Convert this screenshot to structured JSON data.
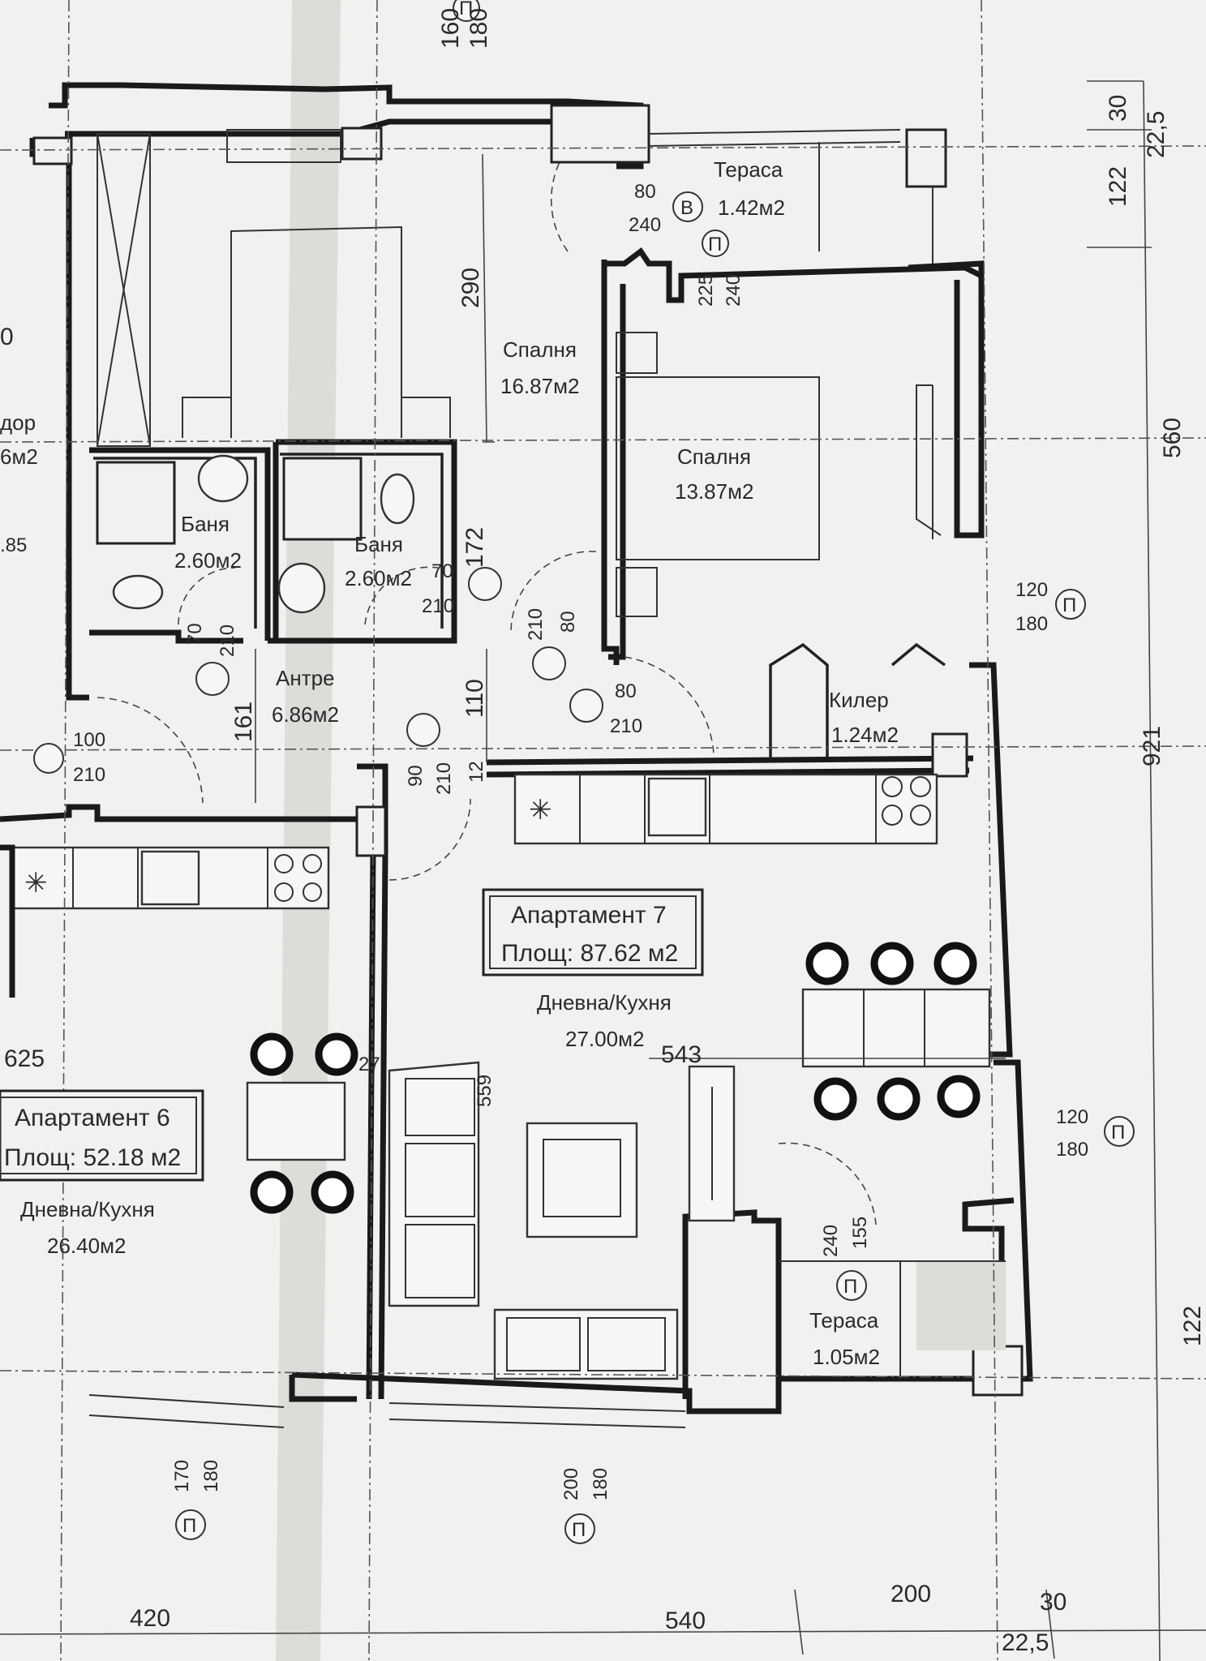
{
  "apartment7": {
    "name": "Апартамент 7",
    "area": "Площ: 87.62 м2",
    "living_label": "Дневна/Кухня",
    "living_area": "27.00м2"
  },
  "apartment6": {
    "name": "Апартамент 6",
    "area": "Площ: 52.18 м2",
    "living_label": "Дневна/Кухня",
    "living_area": "26.40м2"
  },
  "rooms": {
    "terrace_top": {
      "label": "Тераса",
      "area": "1.42м2"
    },
    "bedroom1": {
      "label": "Спалня",
      "area": "16.87м2"
    },
    "bedroom2": {
      "label": "Спалня",
      "area": "13.87м2"
    },
    "bath1": {
      "label": "Баня",
      "area": "2.60м2"
    },
    "bath2": {
      "label": "Баня",
      "area": "2.60м2"
    },
    "hall": {
      "label": "Антре",
      "area": "6.86м2"
    },
    "closet": {
      "label": "Килер",
      "area": "1.24м2"
    },
    "terrace_bottom": {
      "label": "Тераса",
      "area": "1.05м2"
    },
    "corridor_fragment": {
      "label": "дор",
      "area": "6м2"
    }
  },
  "markers": {
    "B": "В",
    "P": "П"
  },
  "dimensions": {
    "d160": "160",
    "d180a": "180",
    "d30top": "30",
    "d225top": "22,5",
    "d122": "122",
    "d560": "560",
    "d921": "921",
    "d122b": "122",
    "d80a": "80",
    "d240a": "240",
    "d225": "225",
    "d240b": "240",
    "d290": "290",
    "d172": "172",
    "d110": "110",
    "d161": "161",
    "d70a": "70",
    "d210a": "210",
    "d70b": "70",
    "d210b": "210",
    "d210c": "210",
    "d80b": "80",
    "d80c": "80",
    "d210d": "210",
    "d100": "100",
    "d210e": "210",
    "d90": "90",
    "d210f": "210",
    "d12": "12",
    "d120a": "120",
    "d180b": "180",
    "d120b": "120",
    "d180c": "180",
    "d543": "543",
    "d559": "559",
    "d27": "27",
    "d625": "625",
    "d0": "0",
    "d85": ".85",
    "d240c": "240",
    "d155": "155",
    "d170": "170",
    "d180d": "180",
    "d200": "200",
    "d180e": "180",
    "d420": "420",
    "d540": "540",
    "d200b": "200",
    "d30b": "30",
    "d225b": "22,5"
  }
}
